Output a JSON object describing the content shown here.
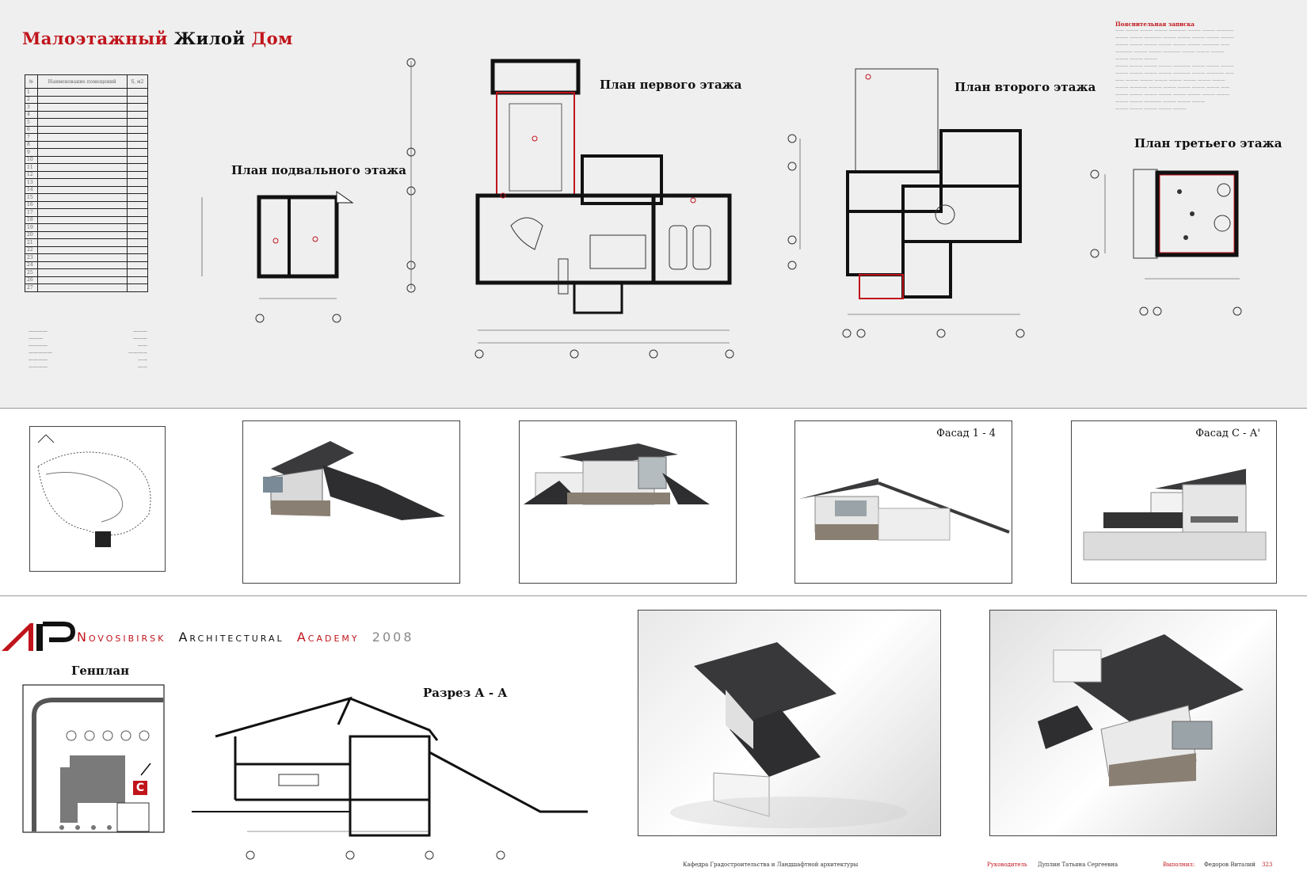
{
  "title": {
    "word1": "Малоэтажный",
    "word2": "Жилой",
    "word3": "Дом"
  },
  "plans": {
    "basement": "План подвального этажа",
    "first": "План первого этажа",
    "second": "План второго этажа",
    "third": "План третьего этажа"
  },
  "rooms_table": {
    "headers": [
      "№",
      "Наименование помещений",
      "S, м2"
    ],
    "rows": [
      [
        "1",
        "",
        ""
      ],
      [
        "2",
        "",
        ""
      ],
      [
        "3",
        "",
        ""
      ],
      [
        "4",
        "",
        ""
      ],
      [
        "5",
        "",
        ""
      ],
      [
        "6",
        "",
        ""
      ],
      [
        "7",
        "",
        ""
      ],
      [
        "8",
        "",
        ""
      ],
      [
        "9",
        "",
        ""
      ],
      [
        "10",
        "",
        ""
      ],
      [
        "11",
        "",
        ""
      ],
      [
        "12",
        "",
        ""
      ],
      [
        "13",
        "",
        ""
      ],
      [
        "14",
        "",
        ""
      ],
      [
        "15",
        "",
        ""
      ],
      [
        "16",
        "",
        ""
      ],
      [
        "17",
        "",
        ""
      ],
      [
        "18",
        "",
        ""
      ],
      [
        "19",
        "",
        ""
      ],
      [
        "20",
        "",
        ""
      ],
      [
        "21",
        "",
        ""
      ],
      [
        "22",
        "",
        ""
      ],
      [
        "23",
        "",
        ""
      ],
      [
        "24",
        "",
        ""
      ],
      [
        "25",
        "",
        ""
      ],
      [
        "26",
        "",
        ""
      ],
      [
        "27",
        "",
        ""
      ]
    ]
  },
  "notes_heading": "Пояснительная записка",
  "facades": {
    "f1": "Фасад 1 - 4",
    "f2": "Фасад С - А'"
  },
  "academy": {
    "w1": "Novosibirsk",
    "w2": "Architectural",
    "w3": "Academy",
    "year": "2008"
  },
  "genplan": "Генплан",
  "section": "Разрез А - А",
  "genplan_marker": "С",
  "footer": {
    "department": "Кафедра Градостроительства и Ландшафтной архитектуры",
    "supervisor_label": "Руководитель",
    "supervisor": "Дуплин Татьяна Сергеевна",
    "author_label": "Выполнил:",
    "author": "Федоров Виталий",
    "group": "323"
  },
  "colors": {
    "accent": "#c0141b",
    "wall": "#111111",
    "roof": "#3a3a3c"
  }
}
